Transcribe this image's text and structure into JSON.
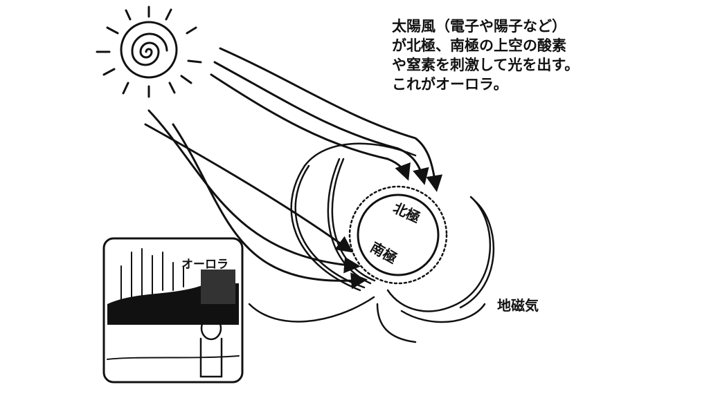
{
  "caption": {
    "lines": [
      "太陽風（電子や陽子など）",
      "が北極、南極の上空の酸素",
      "や窒素を刺激して光を出す。",
      "これがオーロラ。"
    ]
  },
  "labels": {
    "north_pole": "北極",
    "south_pole": "南極",
    "aurora": "オーロラ",
    "geomagnetism": "地磁気"
  },
  "colors": {
    "ink": "#111111",
    "background": "#ffffff"
  }
}
